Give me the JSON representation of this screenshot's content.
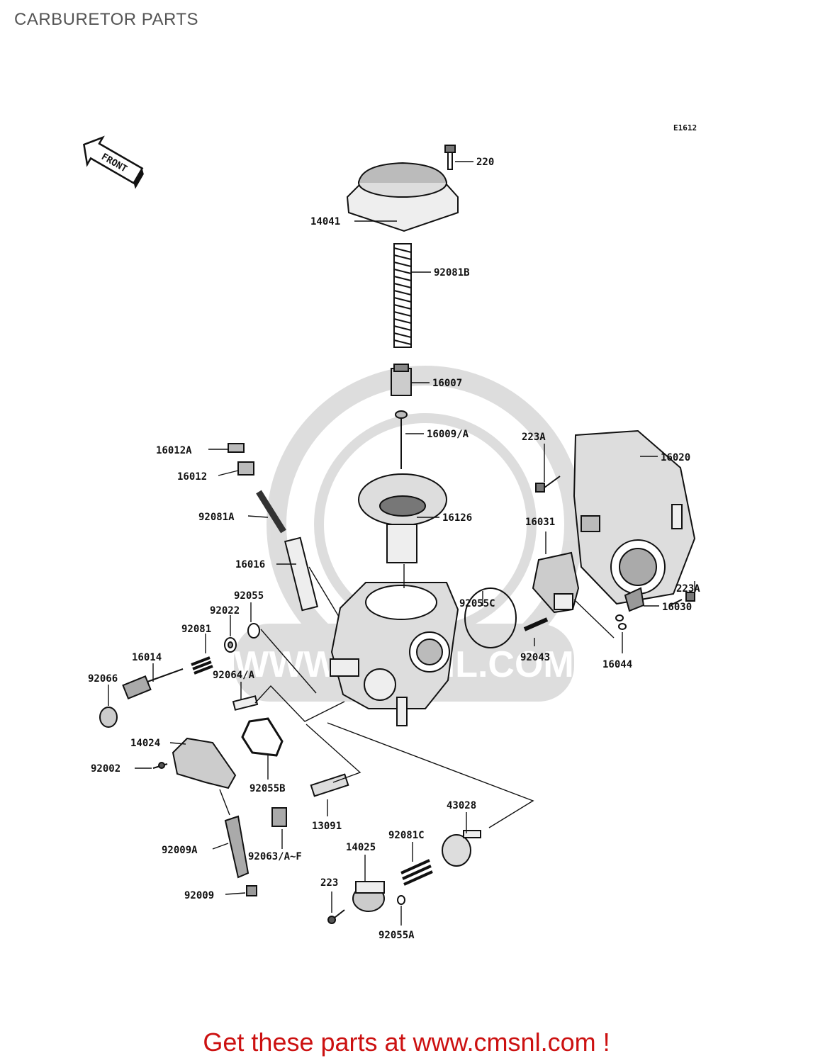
{
  "page": {
    "title": "CARBURETOR PARTS"
  },
  "diagram": {
    "code": "E1612",
    "front_label": "FRONT",
    "watermark": "WWW.CMSNL.COM",
    "parts": {
      "p220": "220",
      "p14041": "14041",
      "p92081B": "92081B",
      "p16007": "16007",
      "p16009A": "16009/A",
      "p223A_top": "223A",
      "p16020": "16020",
      "p16012A": "16012A",
      "p16012": "16012",
      "p92081A": "92081A",
      "p16126": "16126",
      "p16031": "16031",
      "p16016": "16016",
      "p92055C": "92055C",
      "p223A_right": "223A",
      "p92055": "92055",
      "p92022": "92022",
      "p16030": "16030",
      "p92081": "92081",
      "p92043": "92043",
      "p16044": "16044",
      "p16014": "16014",
      "p92064A": "92064/A",
      "p92066": "92066",
      "p14024": "14024",
      "p92002": "92002",
      "p92055B": "92055B",
      "p43028": "43028",
      "p13091": "13091",
      "p92081C": "92081C",
      "p14025": "14025",
      "p92009A": "92009A",
      "p92063AF": "92063/A~F",
      "p223": "223",
      "p92009": "92009",
      "p92055A": "92055A"
    }
  },
  "footer": {
    "text": "Get these parts at www.cmsnl.com !"
  }
}
